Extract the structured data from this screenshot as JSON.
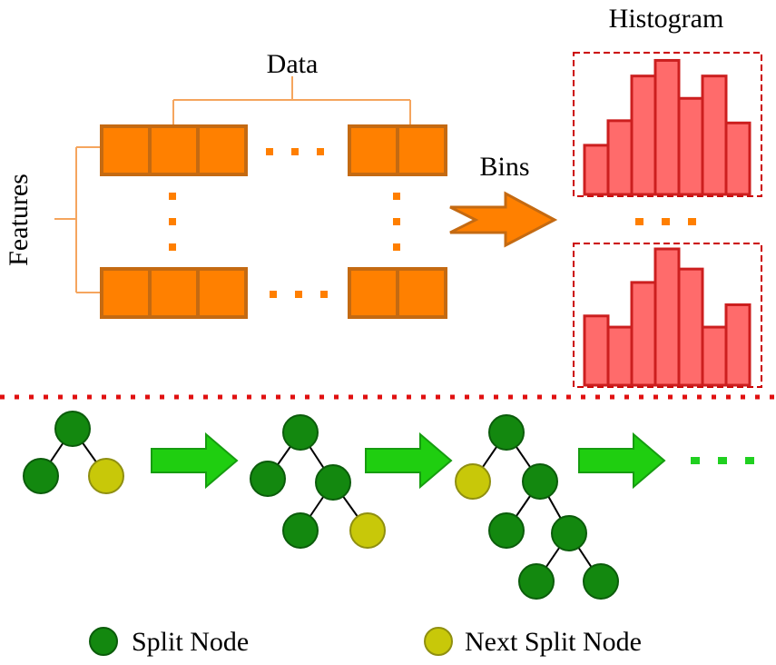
{
  "labels": {
    "data": "Data",
    "features": "Features",
    "bins": "Bins",
    "histogram": "Histogram"
  },
  "histograms": [
    {
      "values": [
        2.2,
        3.3,
        5.3,
        6.0,
        4.3,
        5.3,
        3.2
      ]
    },
    {
      "values": [
        3.1,
        2.6,
        4.6,
        6.1,
        5.2,
        2.6,
        3.6
      ]
    }
  ],
  "trees": [
    {
      "nodes": [
        {
          "id": "a",
          "type": "split"
        },
        {
          "id": "b",
          "type": "split"
        },
        {
          "id": "c",
          "type": "next"
        }
      ],
      "edges": [
        [
          "a",
          "b"
        ],
        [
          "a",
          "c"
        ]
      ]
    },
    {
      "nodes": [
        {
          "id": "a",
          "type": "split"
        },
        {
          "id": "b",
          "type": "split"
        },
        {
          "id": "c",
          "type": "split"
        },
        {
          "id": "d",
          "type": "split"
        },
        {
          "id": "e",
          "type": "next"
        }
      ],
      "edges": [
        [
          "a",
          "b"
        ],
        [
          "a",
          "c"
        ],
        [
          "c",
          "d"
        ],
        [
          "c",
          "e"
        ]
      ]
    },
    {
      "nodes": [
        {
          "id": "a",
          "type": "split"
        },
        {
          "id": "b",
          "type": "next"
        },
        {
          "id": "c",
          "type": "split"
        },
        {
          "id": "d",
          "type": "split"
        },
        {
          "id": "e",
          "type": "split"
        },
        {
          "id": "f",
          "type": "split"
        },
        {
          "id": "g",
          "type": "split"
        }
      ],
      "edges": [
        [
          "a",
          "b"
        ],
        [
          "a",
          "c"
        ],
        [
          "c",
          "d"
        ],
        [
          "c",
          "e"
        ],
        [
          "e",
          "f"
        ],
        [
          "e",
          "g"
        ]
      ]
    }
  ],
  "legend": {
    "split_node": "Split Node",
    "next_split_node": "Next Split Node"
  },
  "colors": {
    "cell_fill": "#ff8000",
    "cell_stroke": "#c46a12",
    "bracket": "#f5a55e",
    "dots_orange": "#ff7f00",
    "hist_fill": "#ff6b6b",
    "hist_stroke": "#cc1f1f",
    "hist_frame": "#cc0000",
    "divider": "#e01010",
    "split_node": "#13880f",
    "split_node_stroke": "#0b5c0b",
    "next_split_node": "#c8c809",
    "next_split_node_stroke": "#8f8f10",
    "arrow_green": "#1fce10",
    "arrow_green_stroke": "#169c10",
    "dots_green": "#20d020",
    "bins_arrow_fill": "#ff8000",
    "bins_arrow_stroke": "#c46a12"
  }
}
